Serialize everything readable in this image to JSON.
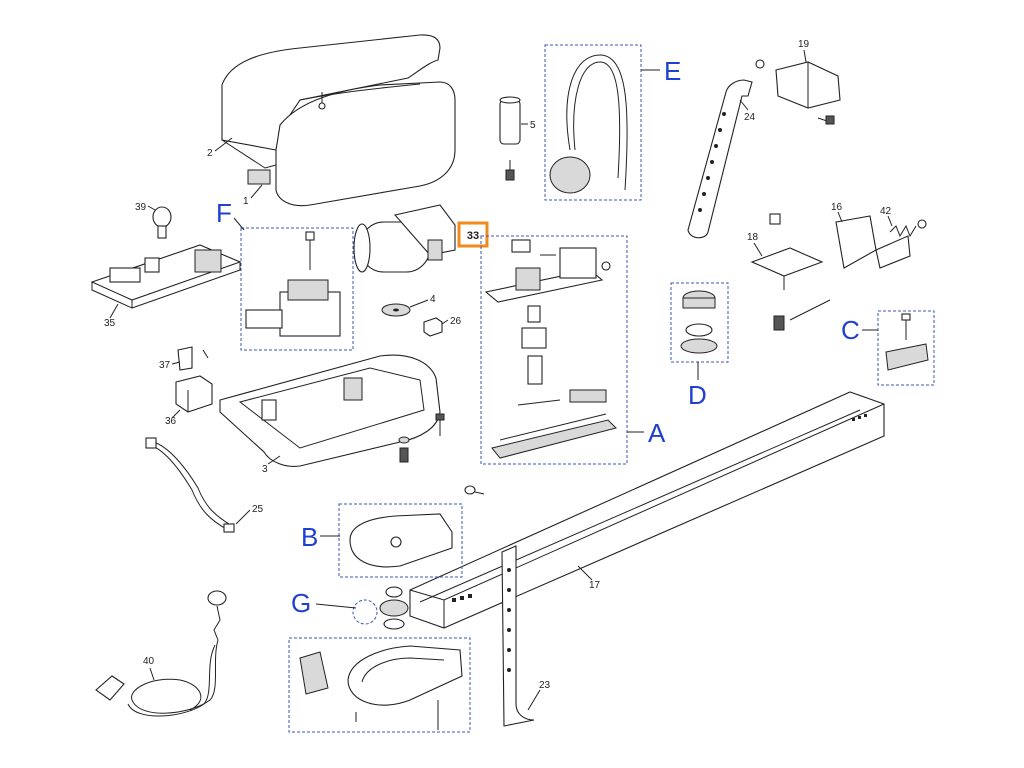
{
  "part_numbers": {
    "p1": "1",
    "p2": "2",
    "p3": "3",
    "p4": "4",
    "p5": "5",
    "p16": "16",
    "p17": "17",
    "p18": "18",
    "p19": "19",
    "p23": "23",
    "p24": "24",
    "p25": "25",
    "p26": "26",
    "p35": "35",
    "p36": "36",
    "p37": "37",
    "p39": "39",
    "p40": "40",
    "p42": "42",
    "p33": "33"
  },
  "groups": {
    "a": "A",
    "b": "B",
    "c": "C",
    "d": "D",
    "e": "E",
    "f": "F",
    "g": "G"
  },
  "colors": {
    "group_label": "#1f3fd0",
    "highlight": "#f08a1c"
  }
}
